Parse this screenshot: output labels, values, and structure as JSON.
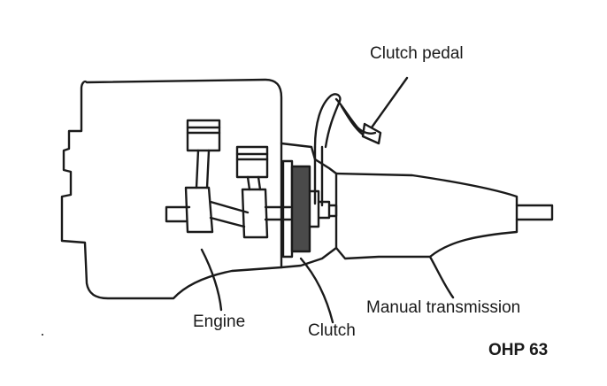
{
  "labels": {
    "clutch_pedal": "Clutch pedal",
    "engine": "Engine",
    "clutch": "Clutch",
    "manual_transmission": "Manual transmission",
    "slide_id": "OHP 63"
  },
  "colors": {
    "ink": "#1a1a1a",
    "clutch_disc_fill": "#4a4a4a",
    "background": "#ffffff"
  }
}
